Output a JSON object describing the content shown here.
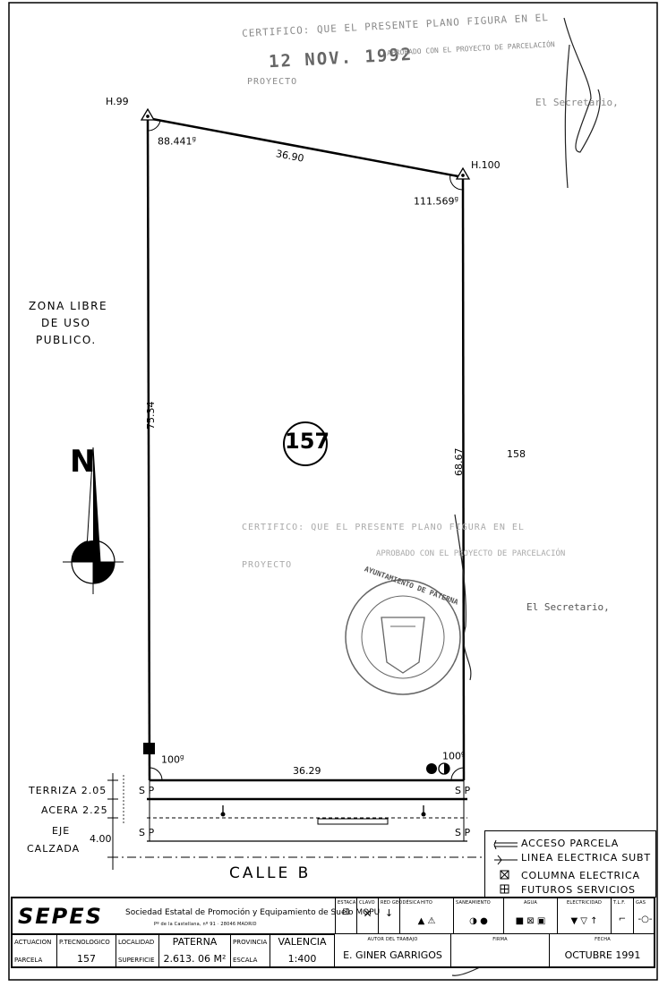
{
  "stamp_top": {
    "line1": "CERTIFICO: QUE EL PRESENTE PLANO FIGURA EN EL",
    "date": "12 NOV. 1992",
    "line2": "APROBADO CON EL PROYECTO DE PARCELACIÓN",
    "line3": "PROYECTO"
  },
  "secretary_top": "El Secretario,",
  "stamp_mid": {
    "line1": "CERTIFICO: QUE EL PRESENTE PLANO FIGURA EN EL",
    "line2": "APROBADO CON EL PROYECTO DE PARCELACIÓN",
    "line3": "PROYECTO"
  },
  "secretary_mid": "El Secretario,",
  "seal_text": "AYUNTAMIENTO DE PATERNA",
  "points": {
    "h99": "H.99",
    "h100": "H.100"
  },
  "angles": {
    "top_left": "88.441",
    "top_right": "111.569",
    "bottom_left": "100",
    "bottom_right": "100",
    "unit": "g"
  },
  "dimensions": {
    "top": "36.90",
    "left": "75.34",
    "right": "68.67",
    "bottom": "36.29"
  },
  "parcel_number": "157",
  "adjacent_parcel": "158",
  "zona_libre": [
    "ZONA  LIBRE",
    "DE  USO",
    "PUBLICO."
  ],
  "north": "N",
  "street_sections": {
    "terriza": "TERRIZA 2.05",
    "acera": "ACERA 2.25",
    "eje": "EJE",
    "calzada": "CALZADA",
    "eje_dim": "4.00",
    "sp": "S",
    "p": "P"
  },
  "street_name": "CALLE  B",
  "legend": [
    {
      "icon": "access-icon",
      "label": "ACCESO PARCELA"
    },
    {
      "icon": "cable-icon",
      "label": "LINEA ELECTRICA SUBT"
    },
    {
      "icon": "column-icon",
      "label": "COLUMNA ELECTRICA"
    },
    {
      "icon": "services-icon",
      "label": "FUTUROS SERVICIOS"
    }
  ],
  "title_block": {
    "logo": "SEPES",
    "company": "Sociedad Estatal de Promoción y Equipamiento de Suelo  MOPU",
    "address": "Pº de la Castellana, nº 91 · 28046 MADRID",
    "columns": [
      "ESTACA",
      "CLAVO",
      "RED GEODÉSICA",
      "HITO",
      "SANEAMIENTO",
      "AGUA",
      "ELECTRICIDAD",
      "T.L.F.",
      "GAS"
    ],
    "actuacion_label": "ACTUACION",
    "actuacion_value": "P.TECNOLOGICO",
    "parcela_label": "PARCELA",
    "parcela_value": "157",
    "localidad_label": "LOCALIDAD",
    "localidad_value": "PATERNA",
    "superficie_label": "SUPERFICIE",
    "superficie_value": "2.613. 06  M²",
    "provincia_label": "PROVINCIA",
    "provincia_value": "VALENCIA",
    "escala_label": "ESCALA",
    "escala_value": "1:400",
    "autor_label": "AUTOR DEL TRABAJO",
    "autor_value": "E. GINER GARRIGOS",
    "firma_label": "FIRMA",
    "fecha_label": "FECHA",
    "fecha_value": "OCTUBRE 1991"
  }
}
